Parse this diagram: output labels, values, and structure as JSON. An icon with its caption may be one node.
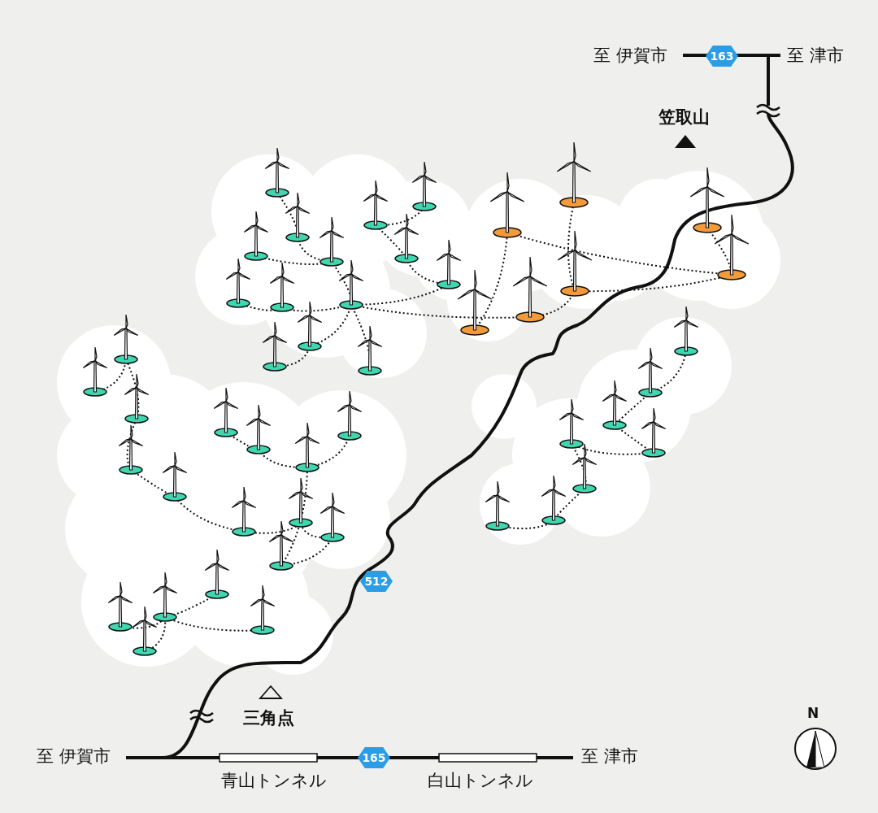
{
  "diagram": {
    "nodes": [
      {
        "text": [
          "163"
        ]
      },
      {
        "text": [
          "512"
        ]
      },
      {
        "text": [
          "165"
        ]
      }
    ],
    "labels": [
      "至 伊賀市",
      "至 津市",
      "笠取山",
      "三角点",
      "N",
      "至 伊賀市",
      "至 津市",
      "青山トンネル",
      "白山トンネル"
    ]
  }
}
